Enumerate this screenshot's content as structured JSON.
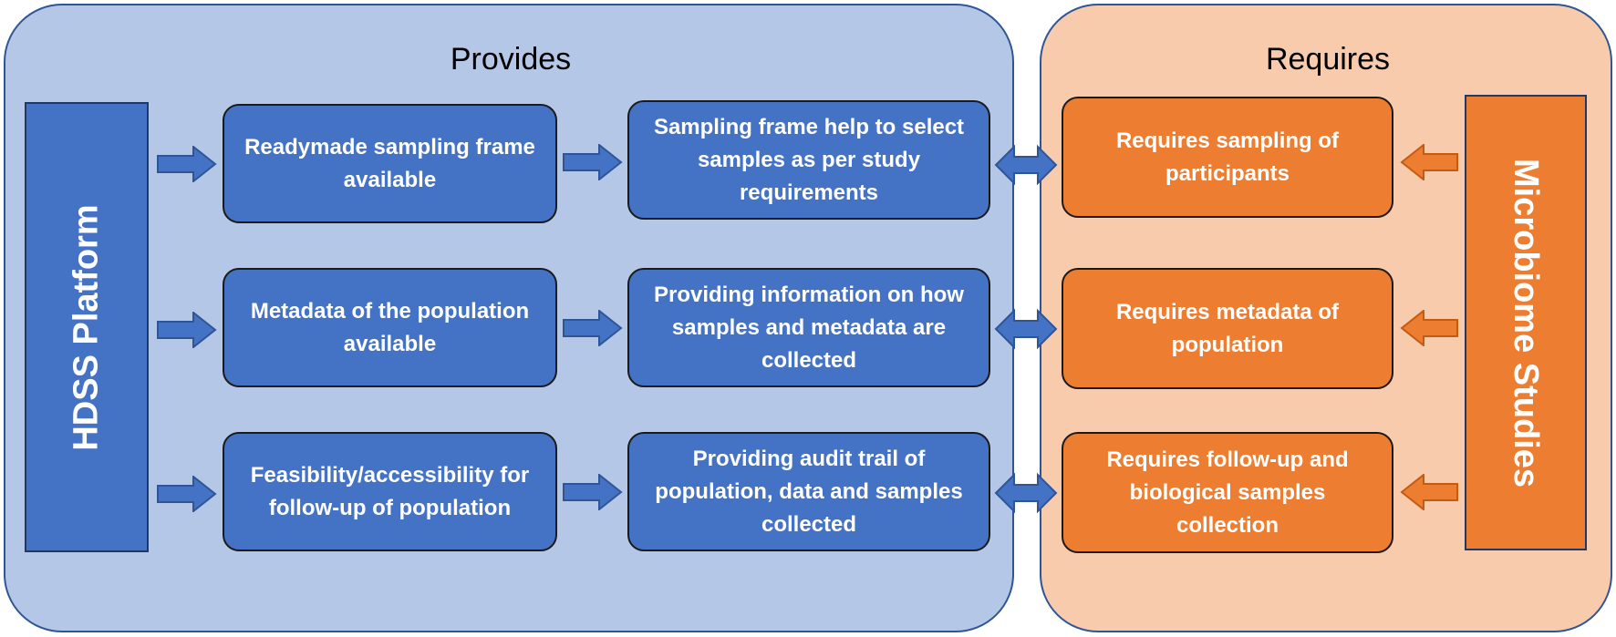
{
  "provides": {
    "title": "Provides",
    "platform_label": "HDSS Platform",
    "column1": [
      "Readymade sampling frame available",
      "Metadata of the population available",
      "Feasibility/accessibility for follow-up of population"
    ],
    "column2": [
      "Sampling frame help to select samples as per study requirements",
      "Providing information on how samples and metadata are collected",
      "Providing audit trail of population, data and samples collected"
    ]
  },
  "requires": {
    "title": "Requires",
    "studies_label": "Microbiome Studies",
    "items": [
      "Requires sampling of participants",
      "Requires metadata of population",
      "Requires follow-up and biological samples collection"
    ]
  },
  "colors": {
    "provides_panel": "#b4c7e7",
    "requires_panel": "#f8cbad",
    "blue_box": "#4472c4",
    "orange_box": "#ed7d31",
    "panel_border": "#2f5597"
  }
}
